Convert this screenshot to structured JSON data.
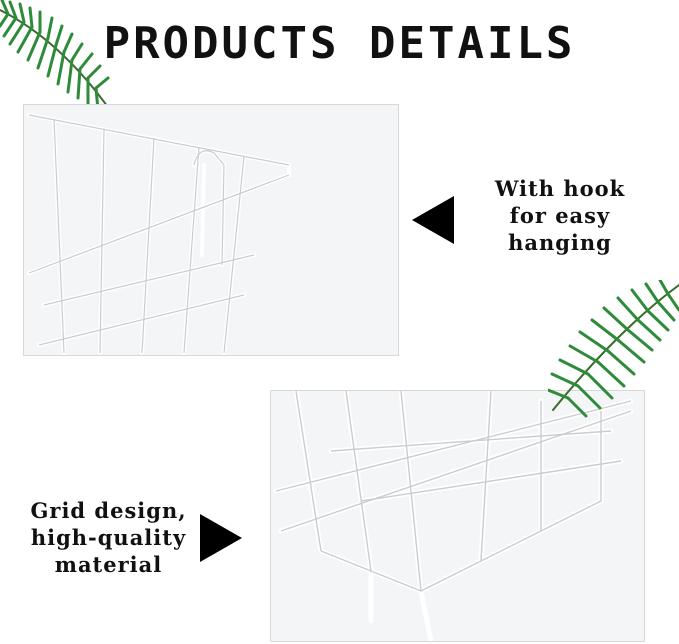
{
  "title": "PRODUCTS DETAILS",
  "features": [
    {
      "lines": [
        "With hook",
        "for easy",
        "hanging"
      ]
    },
    {
      "lines": [
        "Grid design,",
        "high-quality",
        "material"
      ]
    }
  ],
  "colors": {
    "background": "#ffffff",
    "text": "#111111",
    "arrow": "#000000",
    "leaf": "#2e8b3a",
    "wire": "#ffffff",
    "panel": "#f4f5f7"
  },
  "icons": {
    "arrow_top": "triangle-left-arrow",
    "arrow_bottom": "triangle-right-arrow",
    "decoration": "palm-leaf"
  }
}
